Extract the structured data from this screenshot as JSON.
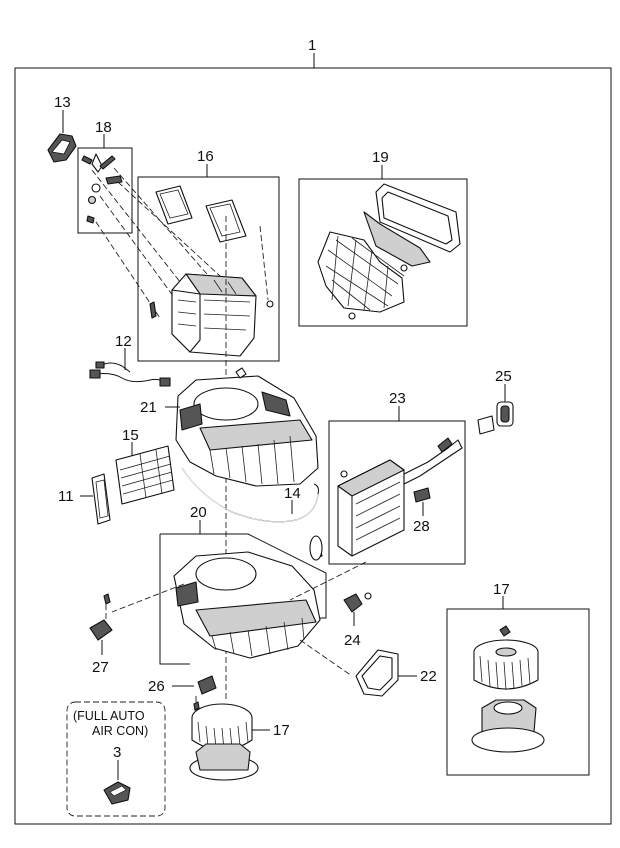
{
  "diagram": {
    "callouts": {
      "c1": "1",
      "c3": "3",
      "c11": "11",
      "c12": "12",
      "c13": "13",
      "c14": "14",
      "c15": "15",
      "c16": "16",
      "c17a": "17",
      "c17b": "17",
      "c18": "18",
      "c19": "19",
      "c20": "20",
      "c21": "21",
      "c22": "22",
      "c23": "23",
      "c24": "24",
      "c25": "25",
      "c26": "26",
      "c27": "27",
      "c28": "28"
    },
    "option_note": {
      "line1": "(FULL AUTO",
      "line2": "AIR CON)"
    }
  }
}
